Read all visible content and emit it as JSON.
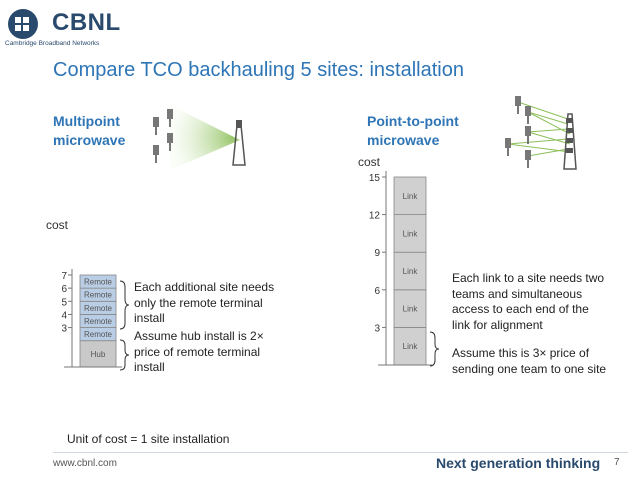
{
  "logo": {
    "name": "CBNL",
    "subtitle": "Cambridge Broadband Networks"
  },
  "title": "Compare TCO backhauling 5 sites: installation",
  "left": {
    "heading_line1": "Multipoint",
    "heading_line2": "microwave",
    "note1": [
      "Each additional site needs",
      "only the remote terminal",
      "install"
    ],
    "note2": [
      "Assume hub install is 2×",
      "price of remote terminal",
      "install"
    ]
  },
  "right": {
    "heading_line1": "Point-to-point",
    "heading_line2": "microwave",
    "note1": [
      "Each link to a site needs two",
      "teams and simultaneous",
      "access to each end of the",
      "link for alignment"
    ],
    "note2": [
      "Assume this is 3× price of",
      "sending one team to one site"
    ]
  },
  "unit_note": "Unit of cost = 1 site installation",
  "footer": {
    "url": "www.cbnl.com",
    "tagline": "Next generation thinking",
    "page": "7"
  },
  "colors": {
    "accent": "#2e75b6",
    "remote_fill": "#b9cde5",
    "hub_fill": "#c9c9c9",
    "link_fill": "#d0d0d0"
  },
  "chart_data": [
    {
      "type": "bar",
      "ylabel": "cost",
      "yticks": [
        3,
        4,
        5,
        6,
        7
      ],
      "ylim": [
        0,
        7
      ],
      "stack": [
        {
          "label": "Hub",
          "value": 2
        },
        {
          "label": "Remote",
          "value": 1
        },
        {
          "label": "Remote",
          "value": 1
        },
        {
          "label": "Remote",
          "value": 1
        },
        {
          "label": "Remote",
          "value": 1
        },
        {
          "label": "Remote",
          "value": 1
        }
      ]
    },
    {
      "type": "bar",
      "ylabel": "cost",
      "yticks": [
        3,
        6,
        9,
        12,
        15
      ],
      "ylim": [
        0,
        15
      ],
      "stack": [
        {
          "label": "Link",
          "value": 3
        },
        {
          "label": "Link",
          "value": 3
        },
        {
          "label": "Link",
          "value": 3
        },
        {
          "label": "Link",
          "value": 3
        },
        {
          "label": "Link",
          "value": 3
        }
      ]
    }
  ]
}
